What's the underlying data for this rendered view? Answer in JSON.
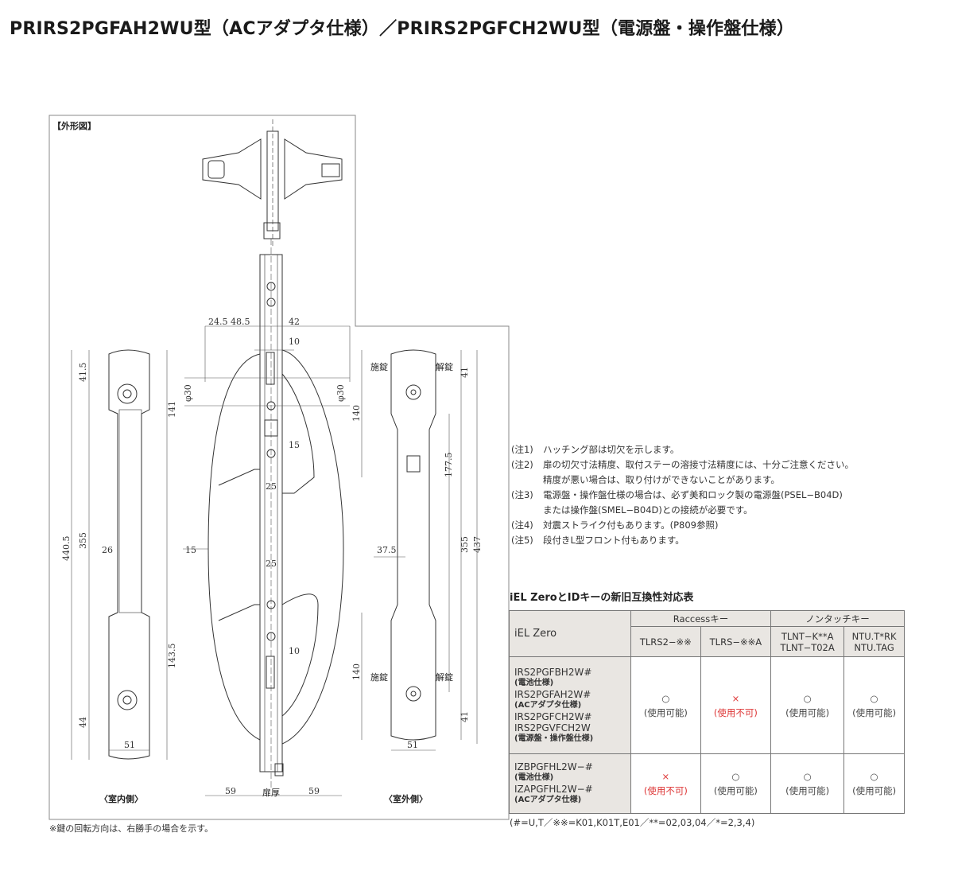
{
  "title": "PRIRS2PGFAH2WU型（ACアダプタ仕様）／PRIRS2PGFCH2WU型（電源盤・操作盤仕様）",
  "drawing": {
    "section_label": "【外形図】",
    "indoor_label": "〈室内側〉",
    "outdoor_label": "〈室外側〉",
    "lock_label": "施錠",
    "unlock_label": "解錠",
    "door_thickness": "扉厚",
    "footnote": "※鍵の回転方向は、右勝手の場合を示す。",
    "dims": {
      "d24_5": "24.5",
      "d48_5": "48.5",
      "d42": "42",
      "d10a": "10",
      "d10b": "10",
      "phi30a": "φ30",
      "phi30b": "φ30",
      "d41_5": "41.5",
      "d141": "141",
      "d440_5": "440.5",
      "d355a": "355",
      "d26": "26",
      "d143_5": "143.5",
      "d44": "44",
      "d51a": "51",
      "d15": "15",
      "d25a": "25",
      "d25b": "25",
      "d59a": "59",
      "d59b": "59",
      "d140a": "140",
      "d140b": "140",
      "d177_5": "177.5",
      "d355b": "355",
      "d437": "437",
      "d37_5": "37.5",
      "d41a": "41",
      "d41b": "41",
      "d51b": "51"
    }
  },
  "notes": [
    {
      "no": "(注1)",
      "text": "ハッチング部は切欠を示します。"
    },
    {
      "no": "(注2)",
      "text": "扉の切欠寸法精度、取付ステーの溶接寸法精度には、十分ご注意ください。",
      "text2": "精度が悪い場合は、取り付けができないことがあります。"
    },
    {
      "no": "(注3)",
      "text": "電源盤・操作盤仕様の場合は、必ず美和ロック製の電源盤(PSEL−B04D)",
      "text2": "または操作盤(SMEL−B04D)との接続が必要です。"
    },
    {
      "no": "(注4)",
      "text": "対震ストライク付もあります。(P809参照)"
    },
    {
      "no": "(注5)",
      "text": "段付きL型フロント付もあります。"
    }
  ],
  "table": {
    "title": "iEL ZeroとIDキーの新旧互換性対応表",
    "corner": "iEL Zero",
    "group1": "Raccessキー",
    "group2": "ノンタッチキー",
    "cols": [
      "TLRS2−※※",
      "TLRS−※※A",
      "TLNT−K**A",
      "TLNT−T02A",
      "NTU.T*RK",
      "NTU.TAG"
    ],
    "rows": [
      {
        "models": [
          {
            "name": "IRS2PGFBH2W#",
            "spec": "(電池仕様)"
          },
          {
            "name": "IRS2PGFAH2W#",
            "spec": "(ACアダプタ仕様)"
          },
          {
            "name": "IRS2PGFCH2W#",
            "spec": ""
          },
          {
            "name": "IRS2PGVFCH2W",
            "spec": "(電源盤・操作盤仕様)"
          }
        ],
        "cells": [
          {
            "mark": "○",
            "text": "(使用可能)"
          },
          {
            "mark": "×",
            "text": "(使用不可)"
          },
          {
            "mark": "○",
            "text": "(使用可能)"
          },
          {
            "mark": "○",
            "text": "(使用可能)"
          }
        ]
      },
      {
        "models": [
          {
            "name": "IZBPGFHL2W−#",
            "spec": "(電池仕様)"
          },
          {
            "name": "IZAPGFHL2W−#",
            "spec": "(ACアダプタ仕様)"
          }
        ],
        "cells": [
          {
            "mark": "×",
            "text": "(使用不可)"
          },
          {
            "mark": "○",
            "text": "(使用可能)"
          },
          {
            "mark": "○",
            "text": "(使用可能)"
          },
          {
            "mark": "○",
            "text": "(使用可能)"
          }
        ]
      }
    ],
    "legend": "(#=U,T／※※=K01,K01T,E01／**=02,03,04／*=2,3,4)"
  },
  "colors": {
    "ng": "#dd3333",
    "header_bg": "#e9e6e2"
  }
}
